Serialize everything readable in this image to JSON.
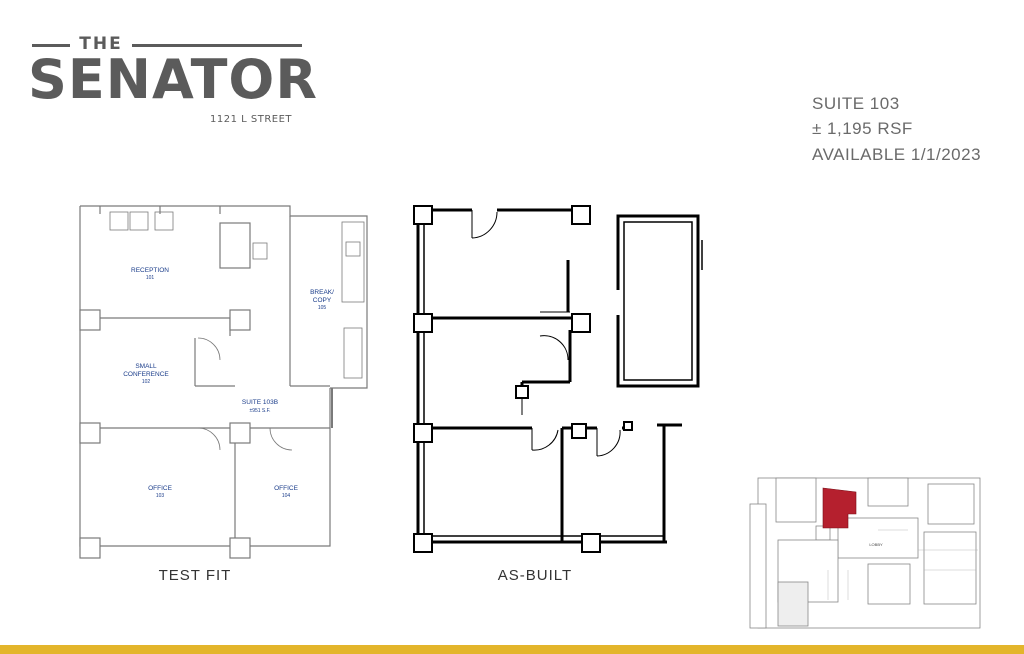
{
  "logo": {
    "the": "THE",
    "name": "SENATOR",
    "address": "1121 L STREET"
  },
  "suite": {
    "title": "SUITE 103",
    "area": "± 1,195 RSF",
    "availability": "AVAILABLE 1/1/2023"
  },
  "test_fit": {
    "caption": "TEST FIT",
    "rooms": [
      {
        "label": "RECEPTION",
        "number": "101"
      },
      {
        "label": "BREAK/",
        "label2": "COPY",
        "number": "105"
      },
      {
        "label": "SMALL",
        "label2": "CONFERENCE",
        "number": "102"
      },
      {
        "label": "SUITE 103B",
        "number": "±951 S.F."
      },
      {
        "label": "OFFICE",
        "number": "103"
      },
      {
        "label": "OFFICE",
        "number": "104"
      }
    ]
  },
  "as_built": {
    "caption": "AS-BUILT"
  },
  "key_plan": {
    "lobby_label": "LOBBY",
    "highlight_color": "#b5202e"
  },
  "colors": {
    "logo": "#5b5b5b",
    "text": "#6a6a6a",
    "accent_bar": "#e3b52b",
    "room_labels": "#1a3c8a"
  }
}
